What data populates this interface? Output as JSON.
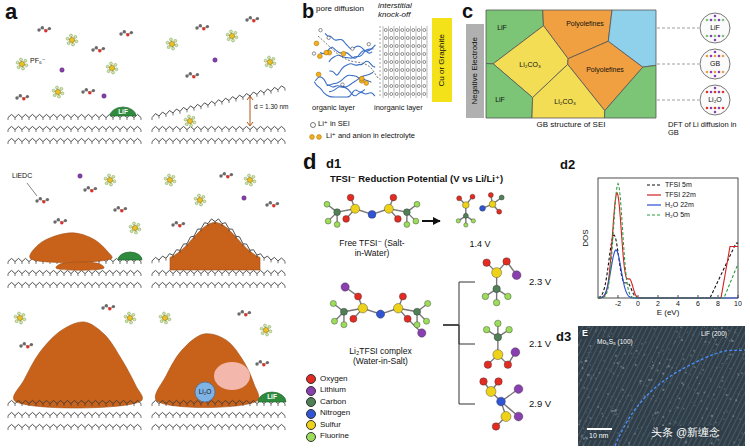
{
  "diagram": {
    "nodes": [
      {
        "text": [
          "Cu or Graphite"
        ]
      },
      {
        "text": [
          "Negative Electrode"
        ]
      },
      {
        "text": [
          "Free TFSI⁻ (Salt-in-Water)"
        ]
      },
      {
        "text": [
          "1.4 V"
        ]
      },
      {
        "text": [
          "Li₂TFSI complex (Water-in-Salt)"
        ]
      },
      {
        "text": [
          "2.3 V"
        ]
      },
      {
        "text": [
          "2.1 V"
        ]
      },
      {
        "text": [
          "2.9 V"
        ]
      }
    ],
    "edges": [
      {
        "from": 2,
        "to": 3,
        "arrow": "to"
      },
      {
        "from": 4,
        "to": 5,
        "arrow": "none"
      },
      {
        "from": 4,
        "to": 6,
        "arrow": "none"
      },
      {
        "from": 4,
        "to": 7,
        "arrow": "none"
      }
    ],
    "labels": [
      "a",
      "b",
      "c",
      "d",
      "d1",
      "d2",
      "d3",
      "LiF",
      "PF₆⁻",
      "d = 1.30 nm",
      "LiEDC",
      "Li₂O",
      "LiF",
      "pore diffusion",
      "interstitial knock-off",
      "organic layer",
      "inorganic layer",
      "Li⁺ in SEI",
      "Li⁺ and anion in electrolyte",
      "GB structure of SEI",
      "DFT of Li diffusion in GB",
      "LiF",
      "Polyolefines",
      "Li₂CO₃",
      "Polyolefines",
      "LiF",
      "Li₂CO₃",
      "LiF",
      "GB",
      "Li₂O",
      "TFSI⁻ Reduction Potential (V vs Li/Li⁺)",
      "DOS",
      "E (eV)",
      "-2",
      "0",
      "2",
      "4",
      "6",
      "8",
      "10",
      "E",
      "Mo₆S₈ (100)",
      "LiF (200)",
      "10 nm",
      "头条 @新缠念"
    ],
    "legend": [
      {
        "text": "Oxygen",
        "color": "#e32b22"
      },
      {
        "text": "Lithium",
        "color": "#8a3fb0"
      },
      {
        "text": "Carbon",
        "color": "#4f7f55"
      },
      {
        "text": "Nitrogen",
        "color": "#2f55d4"
      },
      {
        "text": "Sulfur",
        "color": "#eed21a"
      },
      {
        "text": "Fluorine",
        "color": "#9bdc5a"
      },
      {
        "text": "TFSI 5m"
      },
      {
        "text": "TFSI 22m"
      },
      {
        "text": "H₂O 22m"
      },
      {
        "text": "H₂O 5m"
      }
    ]
  }
}
